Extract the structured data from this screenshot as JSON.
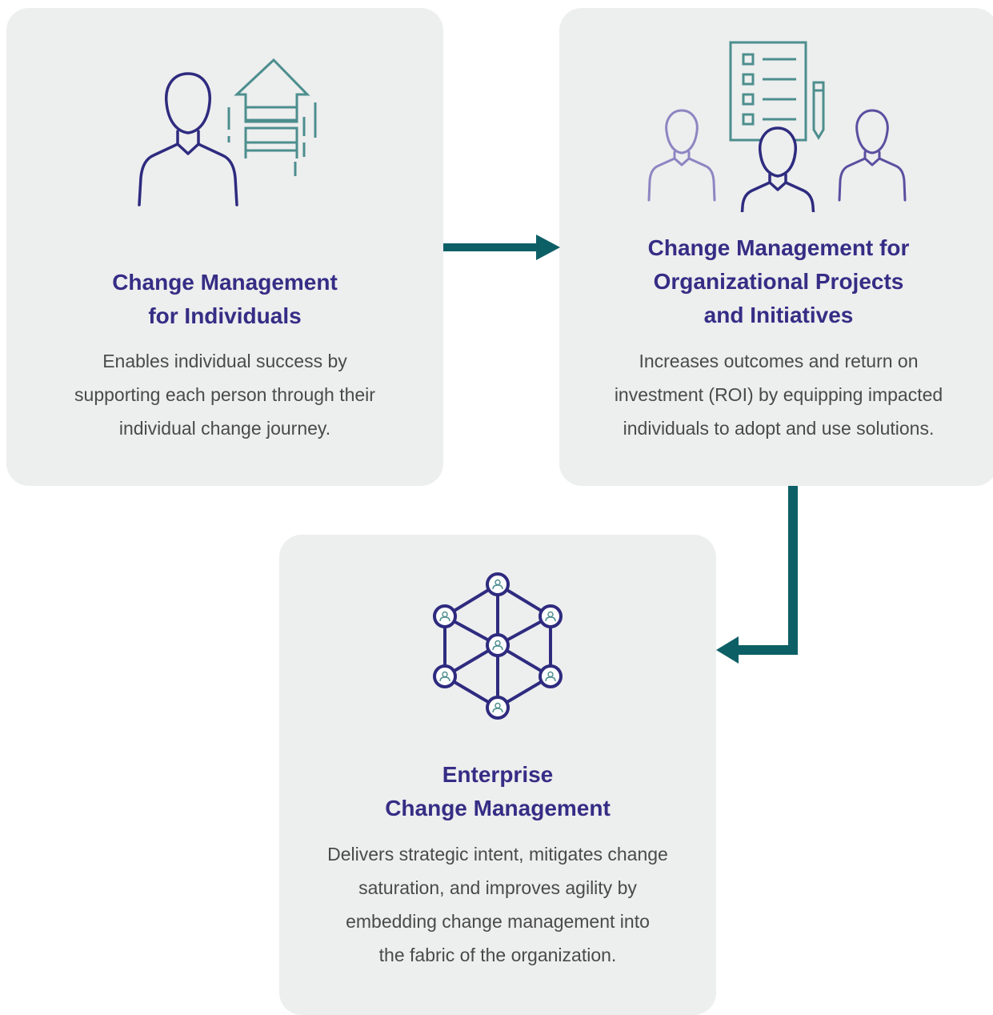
{
  "cards": {
    "individuals": {
      "title_lines": [
        "Change Management",
        "for Individuals"
      ],
      "desc_lines": [
        "Enables individual success by",
        "supporting each person through their",
        "individual change journey."
      ],
      "icon": "person-with-arrow-up-icon"
    },
    "projects": {
      "title_lines": [
        "Change Management for",
        "Organizational Projects",
        "and Initiatives"
      ],
      "desc_lines": [
        "Increases outcomes and return on",
        "investment (ROI) by equipping impacted",
        "individuals to adopt and use solutions."
      ],
      "icon": "team-with-checklist-icon"
    },
    "enterprise": {
      "title_lines": [
        "Enterprise",
        "Change Management"
      ],
      "desc_lines": [
        "Delivers strategic intent, mitigates change",
        "saturation, and improves agility by",
        "embedding change management into",
        "the fabric of the organization."
      ],
      "icon": "network-of-people-icon"
    }
  },
  "colors": {
    "card_background": "#edeeee",
    "title": "#352d85",
    "body_text": "#4a4a4a",
    "arrow": "#0d5f66",
    "icon_navy": "#2e2b7f",
    "icon_teal": "#4d8e8e",
    "icon_lavender": "#8c86c2",
    "icon_purple": "#5a4fa0"
  },
  "arrows": [
    {
      "from": "individuals",
      "to": "projects"
    },
    {
      "from": "projects",
      "to": "enterprise"
    }
  ]
}
